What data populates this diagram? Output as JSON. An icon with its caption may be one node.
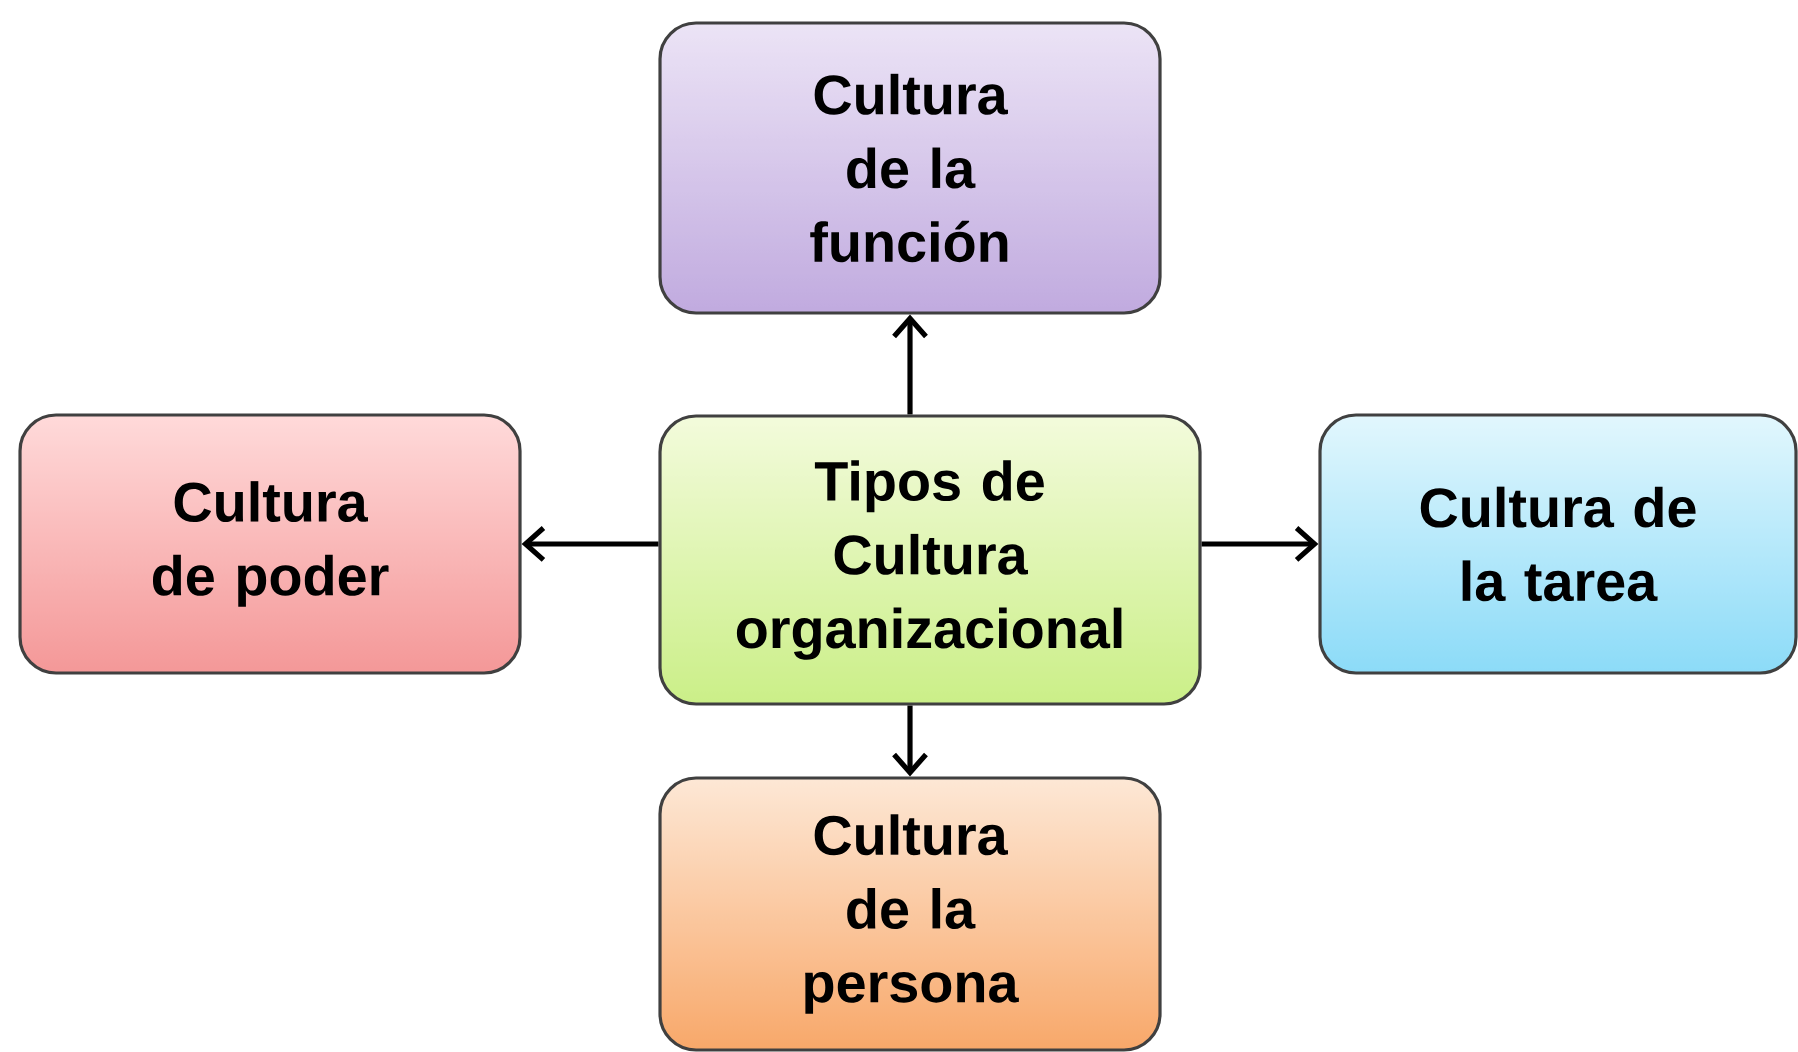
{
  "diagram": {
    "nodes": [
      {
        "text": [
          "Cultura de la función"
        ]
      },
      {
        "text": [
          "Cultura de poder"
        ]
      },
      {
        "text": [
          "Tipos de Cultura organizacional"
        ]
      },
      {
        "text": [
          "Cultura de la tarea"
        ]
      },
      {
        "text": [
          "Cultura de la persona"
        ]
      }
    ],
    "edges": [
      {
        "from": 2,
        "to": 0,
        "arrow": "to"
      },
      {
        "from": 2,
        "to": 1,
        "arrow": "to"
      },
      {
        "from": 2,
        "to": 3,
        "arrow": "to"
      },
      {
        "from": 2,
        "to": 4,
        "arrow": "to"
      }
    ]
  }
}
